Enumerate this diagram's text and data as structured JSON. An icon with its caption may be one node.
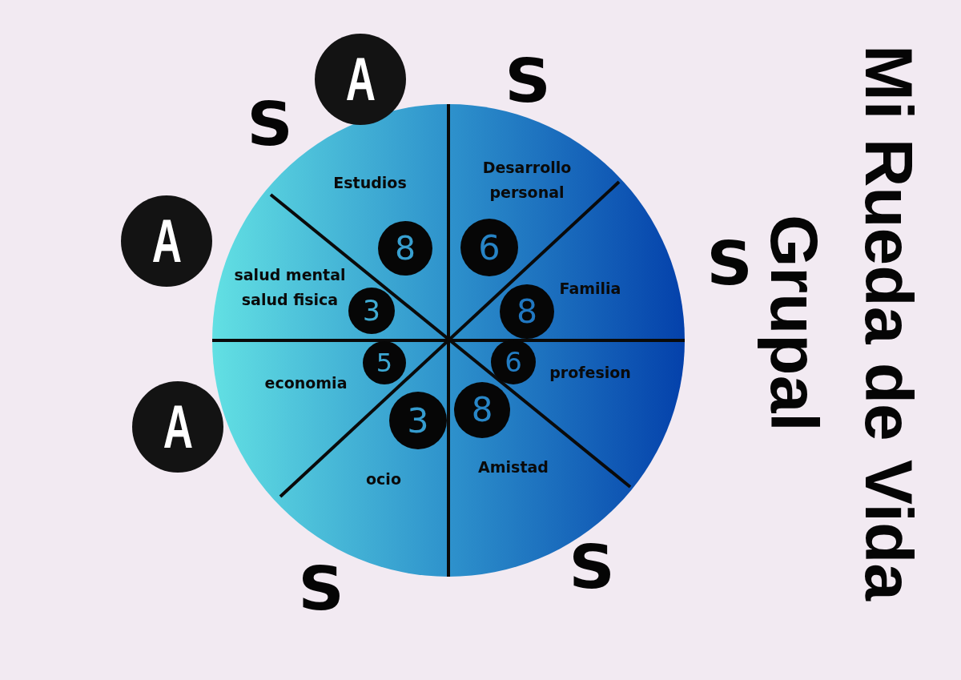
{
  "diagram": {
    "title": "Mi Rueda de Vida Grupal",
    "nodes": [
      {
        "text": [
          "A"
        ]
      },
      {
        "text": [
          "Estudios",
          "Desarrollo personal",
          "salud mental salud fisica",
          "Familia",
          "economia",
          "profesion",
          "ocio",
          "Amistad"
        ]
      },
      {
        "text": [
          "A"
        ]
      },
      {
        "text": [
          "8"
        ],
        "in": 1
      },
      {
        "text": [
          "6"
        ],
        "in": 1
      },
      {
        "text": [
          "3"
        ],
        "in": 1
      },
      {
        "text": [
          "8"
        ],
        "in": 1
      },
      {
        "text": [
          "5"
        ],
        "in": 1
      },
      {
        "text": [
          "6"
        ],
        "in": 1
      },
      {
        "text": [
          "3"
        ],
        "in": 1
      },
      {
        "text": [
          "8"
        ],
        "in": 1
      },
      {
        "text": [
          "A"
        ]
      }
    ],
    "labels": [
      "S",
      "S",
      "S",
      "S",
      "S"
    ]
  }
}
